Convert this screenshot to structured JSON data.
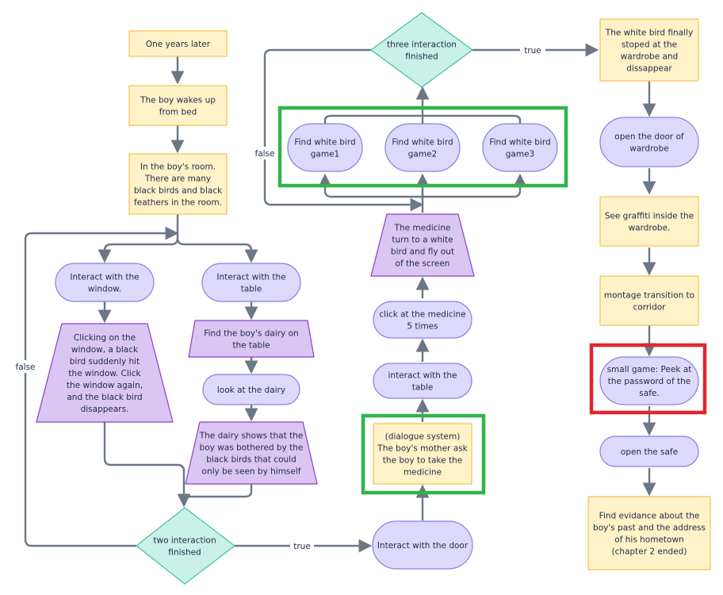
{
  "nodes": {
    "one_years_later": [
      "One years later"
    ],
    "boy_wakes": [
      "The boy wakes up",
      "from bed"
    ],
    "boys_room": [
      "In the boy's room.",
      "There are many",
      "black birds and black",
      "feathers in the room."
    ],
    "interact_window": [
      "Interact with the",
      "window."
    ],
    "interact_table_left": [
      "Interact with the",
      "table"
    ],
    "clicking_window": [
      "Clicking on the",
      "window, a black",
      "bird suddenly hit",
      "the window. Click",
      "the window again,",
      "and the black bird",
      "disappears."
    ],
    "find_dairy": [
      "Find the boy's dairy on",
      "the table"
    ],
    "look_dairy": [
      "look at the dairy"
    ],
    "dairy_shows": [
      "The dairy shows that the",
      "boy was bothered by the",
      "black birds that could",
      "only be seen by himself"
    ],
    "two_interaction": [
      "two interaction",
      "finished"
    ],
    "interact_door": [
      "Interact with the door"
    ],
    "dialogue": [
      "(dialogue system)",
      "The boy's mother ask",
      "the boy to take the",
      "medicine"
    ],
    "interact_table_mid": [
      "interact with the",
      "table"
    ],
    "click_medicine": [
      "click at the medicine",
      "5 times"
    ],
    "medicine_turn": [
      "The medicine",
      "turn to a white",
      "bird and fly out",
      "of the screen"
    ],
    "game1": [
      "Find white bird",
      "game1"
    ],
    "game2": [
      "Find white bird",
      "game2"
    ],
    "game3": [
      "Find white bird",
      "game3"
    ],
    "three_interaction": [
      "three interaction",
      "finished"
    ],
    "white_bird_stoped": [
      "The white bird finally",
      "stoped at the",
      "wardrobe and",
      "dissappear"
    ],
    "open_wardrobe": [
      "open the door of",
      "wardrobe"
    ],
    "graffiti": [
      "See graffiti inside the",
      "wardrobe."
    ],
    "montage": [
      "montage transition to",
      "corridor"
    ],
    "small_game": [
      "small game: Peek at",
      "the password of the",
      "safe."
    ],
    "open_safe": [
      "open the safe"
    ],
    "find_evidence": [
      "Find evidance about the",
      "boy's past and the address",
      "of his hometown",
      "(chapter 2 ended)"
    ]
  },
  "edge_labels": {
    "true_bottom": "true",
    "false_left": "false",
    "true_top": "true",
    "false_top": "false"
  },
  "colors": {
    "process_fill": "#fff2c8",
    "process_stroke": "#f2c14e",
    "terminal_fill": "#dcd9fb",
    "terminal_stroke": "#8a7fe0",
    "trapezoid_fill": "#d9c6f2",
    "trapezoid_stroke": "#8b3fc6",
    "decision_fill": "#c9f1e8",
    "decision_stroke": "#3fbfa6",
    "arrow": "#6b7785",
    "green_highlight": "#2fb44a",
    "red_highlight": "#e2252b"
  }
}
